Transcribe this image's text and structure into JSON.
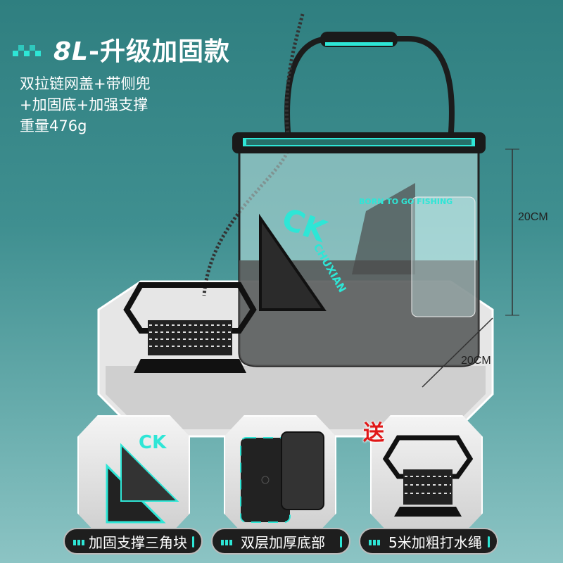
{
  "headline": {
    "capacity": "8L",
    "title": "-升级加固款"
  },
  "features": [
    "双拉链网盖+带侧兜",
    "+加固底+加强支撑",
    "重量476g"
  ],
  "dimensions": {
    "height": "20CM",
    "depth": "20CM"
  },
  "product_branding": {
    "logo": "CK",
    "brand": "CHUXIAN",
    "slogan": "BORN TO GO FISHING"
  },
  "gift_badge": "送",
  "thumbnails": [
    {
      "label": "加固支撑三角块"
    },
    {
      "label": "双层加厚底部"
    },
    {
      "label": "5米加粗打水绳"
    }
  ],
  "colors": {
    "accent": "#2ee6d6",
    "background": "#3f8f90",
    "gift": "#e01818",
    "label_bg": "#1e1e1e"
  }
}
